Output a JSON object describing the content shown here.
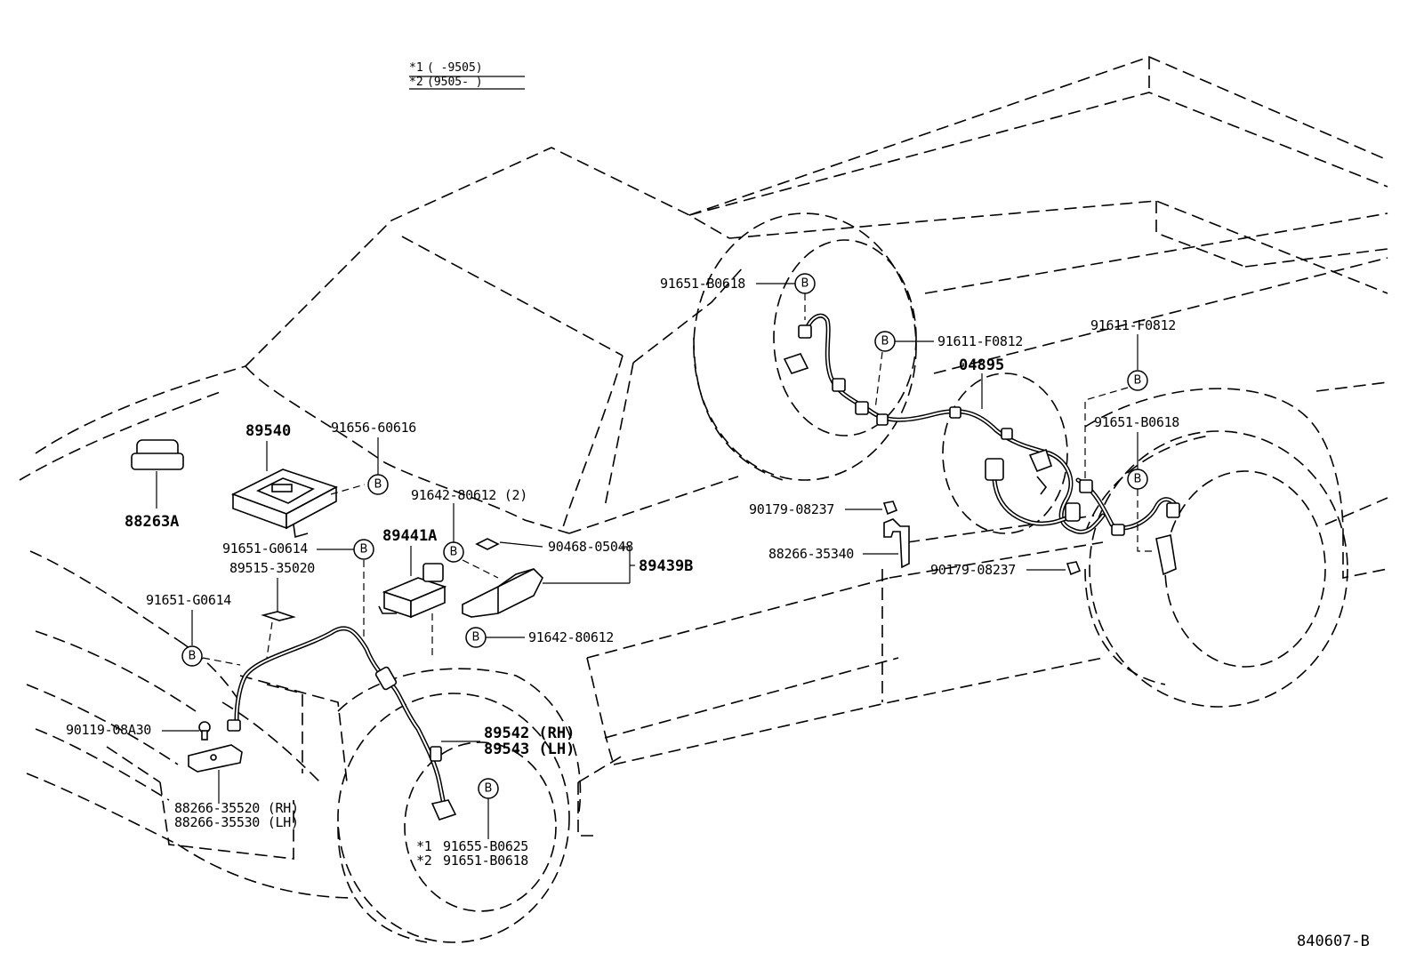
{
  "header_note": {
    "line1_mark": "*1",
    "line1_text": "(     -9505)",
    "line2_mark": "*2",
    "line2_text": "(9505-      )"
  },
  "circle_marker": "B",
  "labels": {
    "p89540": "89540",
    "p91656_60616": "91656-60616",
    "p88263A": "88263A",
    "p91642_80612_2": "91642-80612 (2)",
    "p89441A": "89441A",
    "p90468_05048": "90468-05048",
    "p89439B": "89439B",
    "p91651_G0614_a": "91651-G0614",
    "p89515_35020": "89515-35020",
    "p91651_G0614_b": "91651-G0614",
    "p91642_80612": "91642-80612",
    "p90119_08A30": "90119-08A30",
    "p89542": "89542 (RH)",
    "p89543": "89543 (LH)",
    "p88266_35520": "88266-35520 (RH)",
    "p88266_35530": "88266-35530 (LH)",
    "p91655_B0625_mark": "*1",
    "p91655_B0625": "91655-B0625",
    "p91651_B0618_c_mark": "*2",
    "p91651_B0618_c": "91651-B0618",
    "p91651_B0618_a": "91651-B0618",
    "p91611_F0812_a": "91611-F0812",
    "p04895": "04895",
    "p91611_F0812_b": "91611-F0812",
    "p91651_B0618_b": "91651-B0618",
    "p90179_08237_a": "90179-08237",
    "p88266_35340": "88266-35340",
    "p90179_08237_b": "90179-08237"
  },
  "reference_code": "840607-B"
}
